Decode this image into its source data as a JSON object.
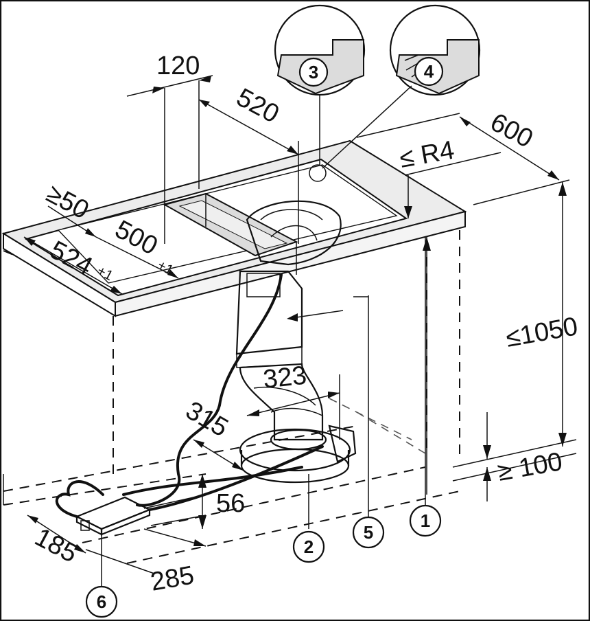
{
  "dimensions": {
    "d120": "120",
    "d520": "520",
    "d600": "600",
    "r4": "≤ R4",
    "ge50": "≥50",
    "d500": "500",
    "d500_tol": "+1",
    "d524": "524",
    "d524_tol": "+1",
    "le1050": "≤1050",
    "ge100": "≥ 100",
    "d323": "323",
    "d315": "315",
    "d56": "56",
    "d185": "185",
    "d285": "285"
  },
  "callouts": {
    "c1": "1",
    "c2": "2",
    "c3": "3",
    "c4": "4",
    "c5": "5",
    "c6": "6"
  }
}
